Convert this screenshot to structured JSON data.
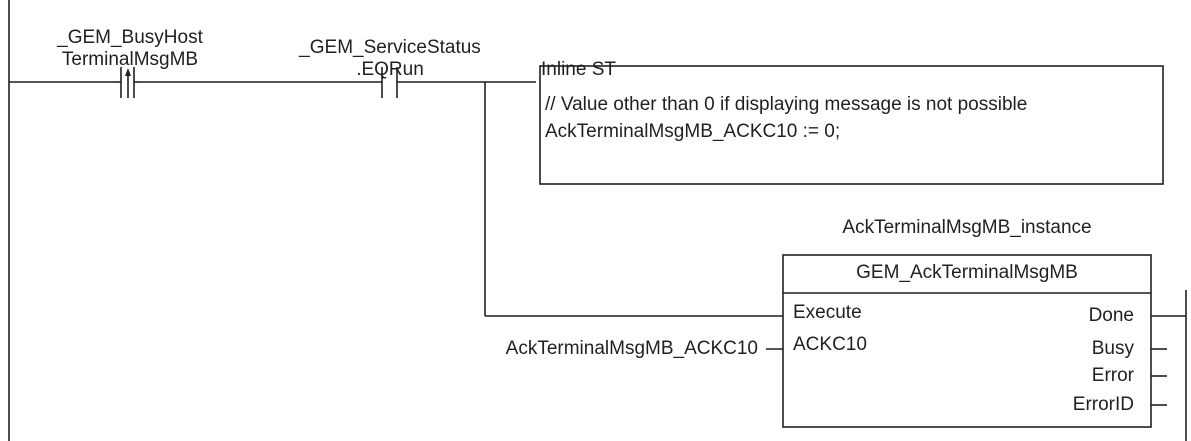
{
  "contact_busy_host": {
    "line1": "_GEM_BusyHost",
    "line2": "TerminalMsgMB"
  },
  "contact_service_status": {
    "line1": "_GEM_ServiceStatus",
    "line2": ".EQRun"
  },
  "inline_st": {
    "title": "Inline ST",
    "code_line1": "// Value other than 0 if displaying message is not possible",
    "code_line2": "AckTerminalMsgMB_ACKC10 := 0;"
  },
  "function_block": {
    "instance_name": "AckTerminalMsgMB_instance",
    "type_name": "GEM_AckTerminalMsgMB",
    "inputs": [
      "Execute",
      "ACKC10"
    ],
    "outputs": [
      "Done",
      "Busy",
      "Error",
      "ErrorID"
    ],
    "input_variable": "AckTerminalMsgMB_ACKC10"
  }
}
